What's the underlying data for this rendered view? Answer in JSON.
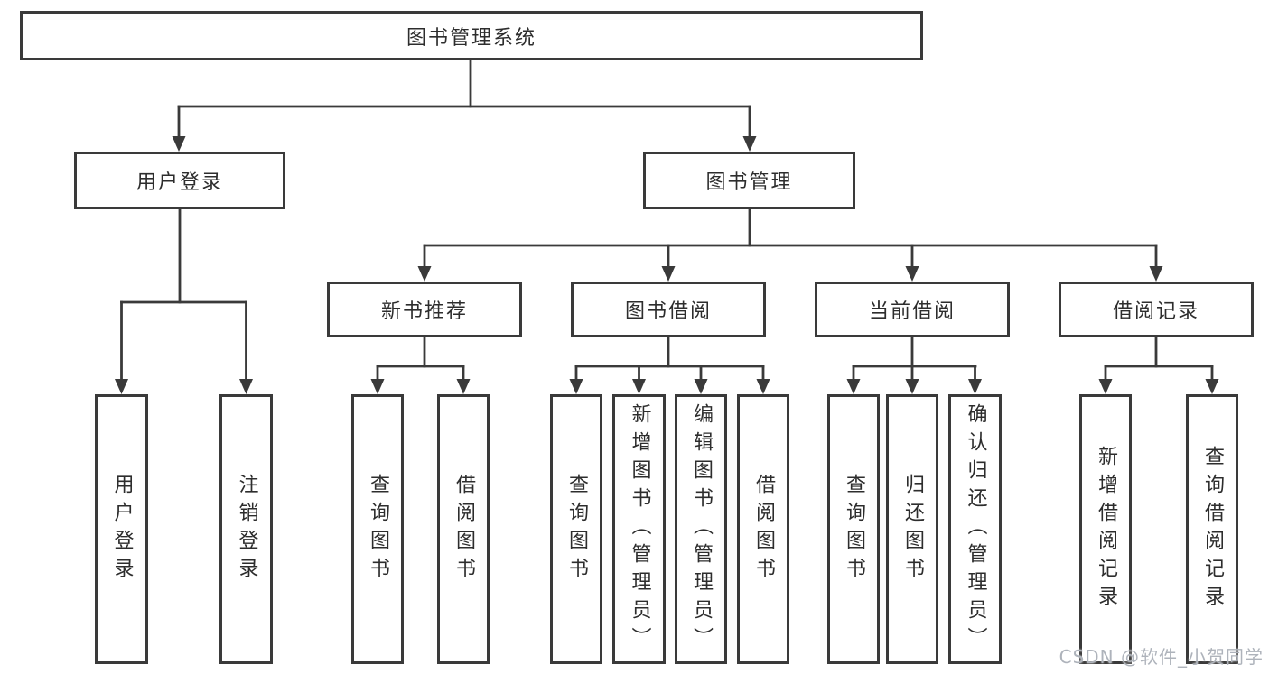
{
  "diagram": {
    "title": "图书管理系统",
    "branches": [
      {
        "label": "用户登录",
        "children": [
          "用户登录",
          "注销登录"
        ]
      },
      {
        "label": "图书管理",
        "sections": [
          {
            "label": "新书推荐",
            "children": [
              "查询图书",
              "借阅图书"
            ]
          },
          {
            "label": "图书借阅",
            "children": [
              "查询图书",
              "新增图书（管理员）",
              "编辑图书（管理员）",
              "借阅图书"
            ]
          },
          {
            "label": "当前借阅",
            "children": [
              "查询图书",
              "归还图书",
              "确认归还（管理员）"
            ]
          },
          {
            "label": "借阅记录",
            "children": [
              "新增借阅记录",
              "查询借阅记录"
            ]
          }
        ]
      }
    ]
  },
  "watermark": "CSDN @软件_小贺同学",
  "colors": {
    "line": "#3a3a3a",
    "box_border": "#3a3a3a",
    "text": "#2d2d2d",
    "watermark": "#aeb3bb",
    "background": "#ffffff"
  }
}
